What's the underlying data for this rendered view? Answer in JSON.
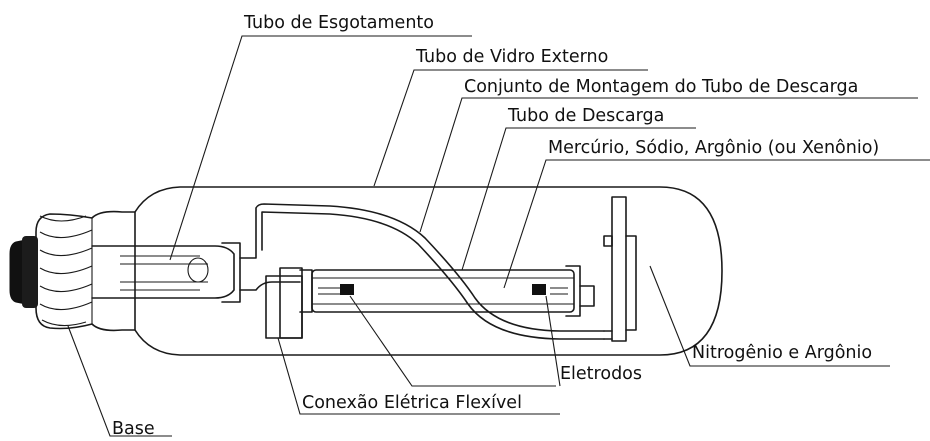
{
  "labels": {
    "tubo_esgotamento": "Tubo de Esgotamento",
    "tubo_vidro_externo": "Tubo de Vidro Externo",
    "conjunto_montagem": "Conjunto de Montagem do Tubo de Descarga",
    "tubo_descarga": "Tubo de Descarga",
    "gases_internos": "Mercúrio, Sódio, Argônio (ou Xenônio)",
    "nitrogenio_argonio": "Nitrogênio e Argônio",
    "eletrodos": "Eletrodos",
    "conexao_eletrica": "Conexão Elétrica Flexível",
    "base": "Base"
  },
  "colors": {
    "line": "#1a1a1a",
    "base_dark": "#111111",
    "background": "#ffffff"
  }
}
